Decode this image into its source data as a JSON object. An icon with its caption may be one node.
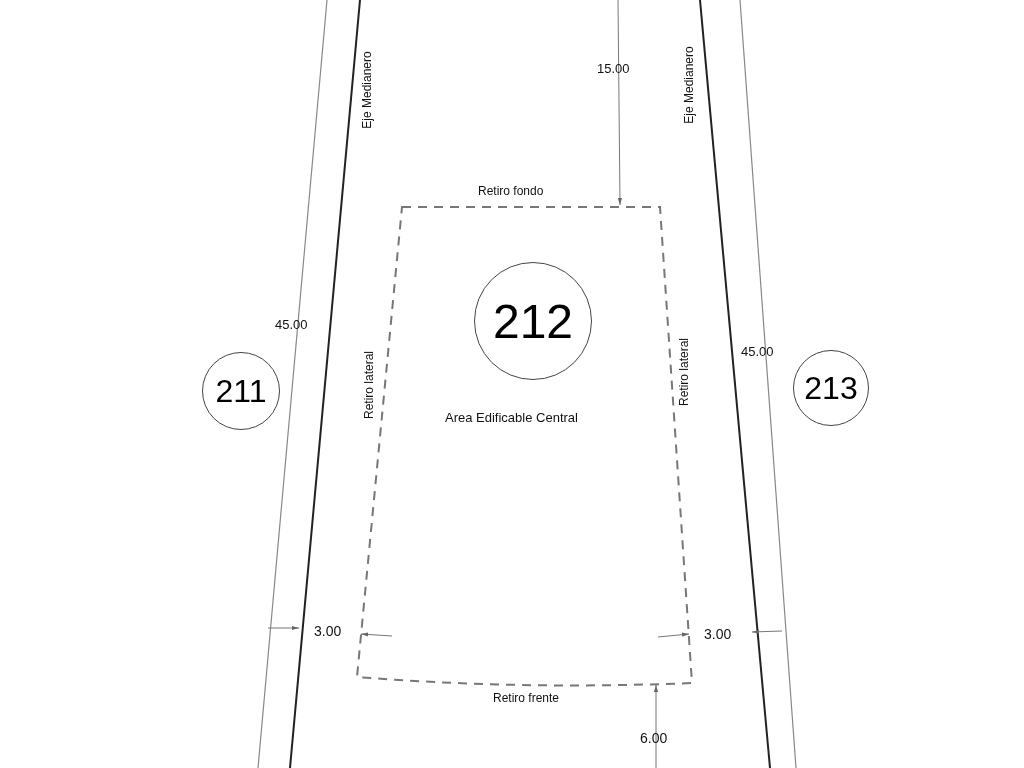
{
  "diagram": {
    "nodes": [
      {
        "text": [
          "211"
        ]
      },
      {
        "text": [
          "Area Edificable Central"
        ]
      },
      {
        "text": [
          "212"
        ],
        "in": 1
      },
      {
        "text": [
          "213"
        ]
      }
    ],
    "labels": [
      "Eje Medianero",
      "15.00",
      "Eje Medianero",
      "Retiro fondo",
      "45.00",
      "Retiro lateral",
      "Retiro lateral",
      "45.00",
      "3.00",
      "3.00",
      "Retiro frente",
      "6.00"
    ]
  }
}
